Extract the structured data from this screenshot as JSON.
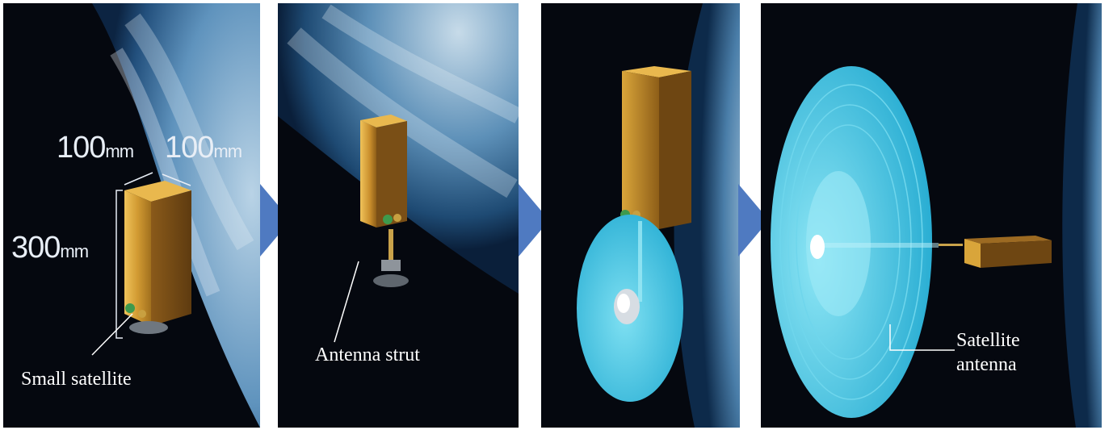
{
  "panels": [
    {
      "labels": {
        "width1_value": "100",
        "width1_unit": "mm",
        "width2_value": "100",
        "width2_unit": "mm",
        "height_value": "300",
        "height_unit": "mm",
        "callout": "Small satellite"
      }
    },
    {
      "labels": {
        "callout": "Antenna strut"
      }
    },
    {
      "labels": {}
    },
    {
      "labels": {
        "callout_line1": "Satellite",
        "callout_line2": "antenna"
      }
    }
  ],
  "colors": {
    "arrow": "#4f7ac1",
    "antenna": "#3ec3e0",
    "satellite_gold": "#d9a53a",
    "space": "#05080f"
  }
}
